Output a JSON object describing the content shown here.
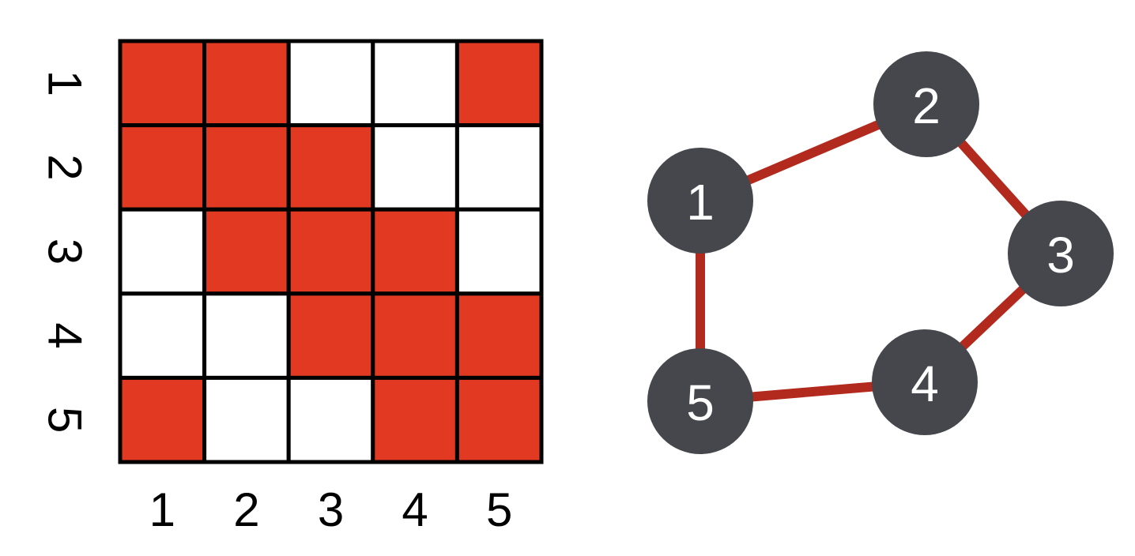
{
  "matrix": {
    "row_labels": [
      "1",
      "2",
      "3",
      "4",
      "5"
    ],
    "col_labels": [
      "1",
      "2",
      "3",
      "4",
      "5"
    ],
    "cells": [
      [
        1,
        1,
        0,
        0,
        1
      ],
      [
        1,
        1,
        1,
        0,
        0
      ],
      [
        0,
        1,
        1,
        1,
        0
      ],
      [
        0,
        0,
        1,
        1,
        1
      ],
      [
        1,
        0,
        0,
        1,
        1
      ]
    ],
    "filled_color": "#e23a22",
    "empty_color": "#ffffff",
    "grid_color": "#000000"
  },
  "graph": {
    "nodes": [
      {
        "id": "1",
        "label": "1"
      },
      {
        "id": "2",
        "label": "2"
      },
      {
        "id": "3",
        "label": "3"
      },
      {
        "id": "4",
        "label": "4"
      },
      {
        "id": "5",
        "label": "5"
      }
    ],
    "edges": [
      [
        "1",
        "2"
      ],
      [
        "2",
        "3"
      ],
      [
        "3",
        "4"
      ],
      [
        "4",
        "5"
      ],
      [
        "5",
        "1"
      ]
    ],
    "node_color": "#45474c",
    "node_text_color": "#ffffff",
    "edge_color": "#b22a1d"
  }
}
